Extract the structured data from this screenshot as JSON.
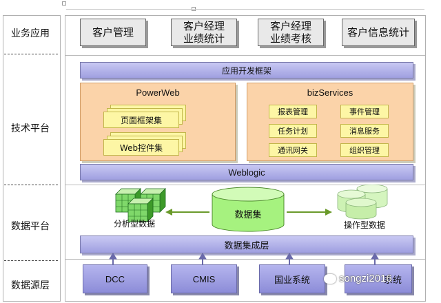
{
  "layers": {
    "business": "业务应用",
    "tech": "技术平台",
    "data": "数据平台",
    "source": "数据源层"
  },
  "business_apps": [
    "客户管理",
    "客户经理\n业绩统计",
    "客户经理\n业绩考核",
    "客户信息统计"
  ],
  "tech": {
    "framework": "应用开发框架",
    "powerweb": {
      "title": "PowerWeb",
      "items": [
        "页面框架集",
        "Web控件集"
      ]
    },
    "bizservices": {
      "title": "bizServices",
      "items": [
        "报表管理",
        "事件管理",
        "任务计划",
        "消息服务",
        "通讯网关",
        "组织管理"
      ]
    },
    "weblogic": "Weblogic"
  },
  "data_platform": {
    "dataset": "数据集",
    "analytic": "分析型数据",
    "operational": "操作型数据",
    "integration": "数据集成层"
  },
  "sources": [
    "DCC",
    "CMIS",
    "国业系统",
    "系统"
  ],
  "watermark": "songzi2016",
  "colors": {
    "bar": "#a9a9e6",
    "panel": "#fbd3a9",
    "service": "#fdf6a5",
    "cylinder": "#a6f27f",
    "arrow": "#6a9a2a"
  }
}
